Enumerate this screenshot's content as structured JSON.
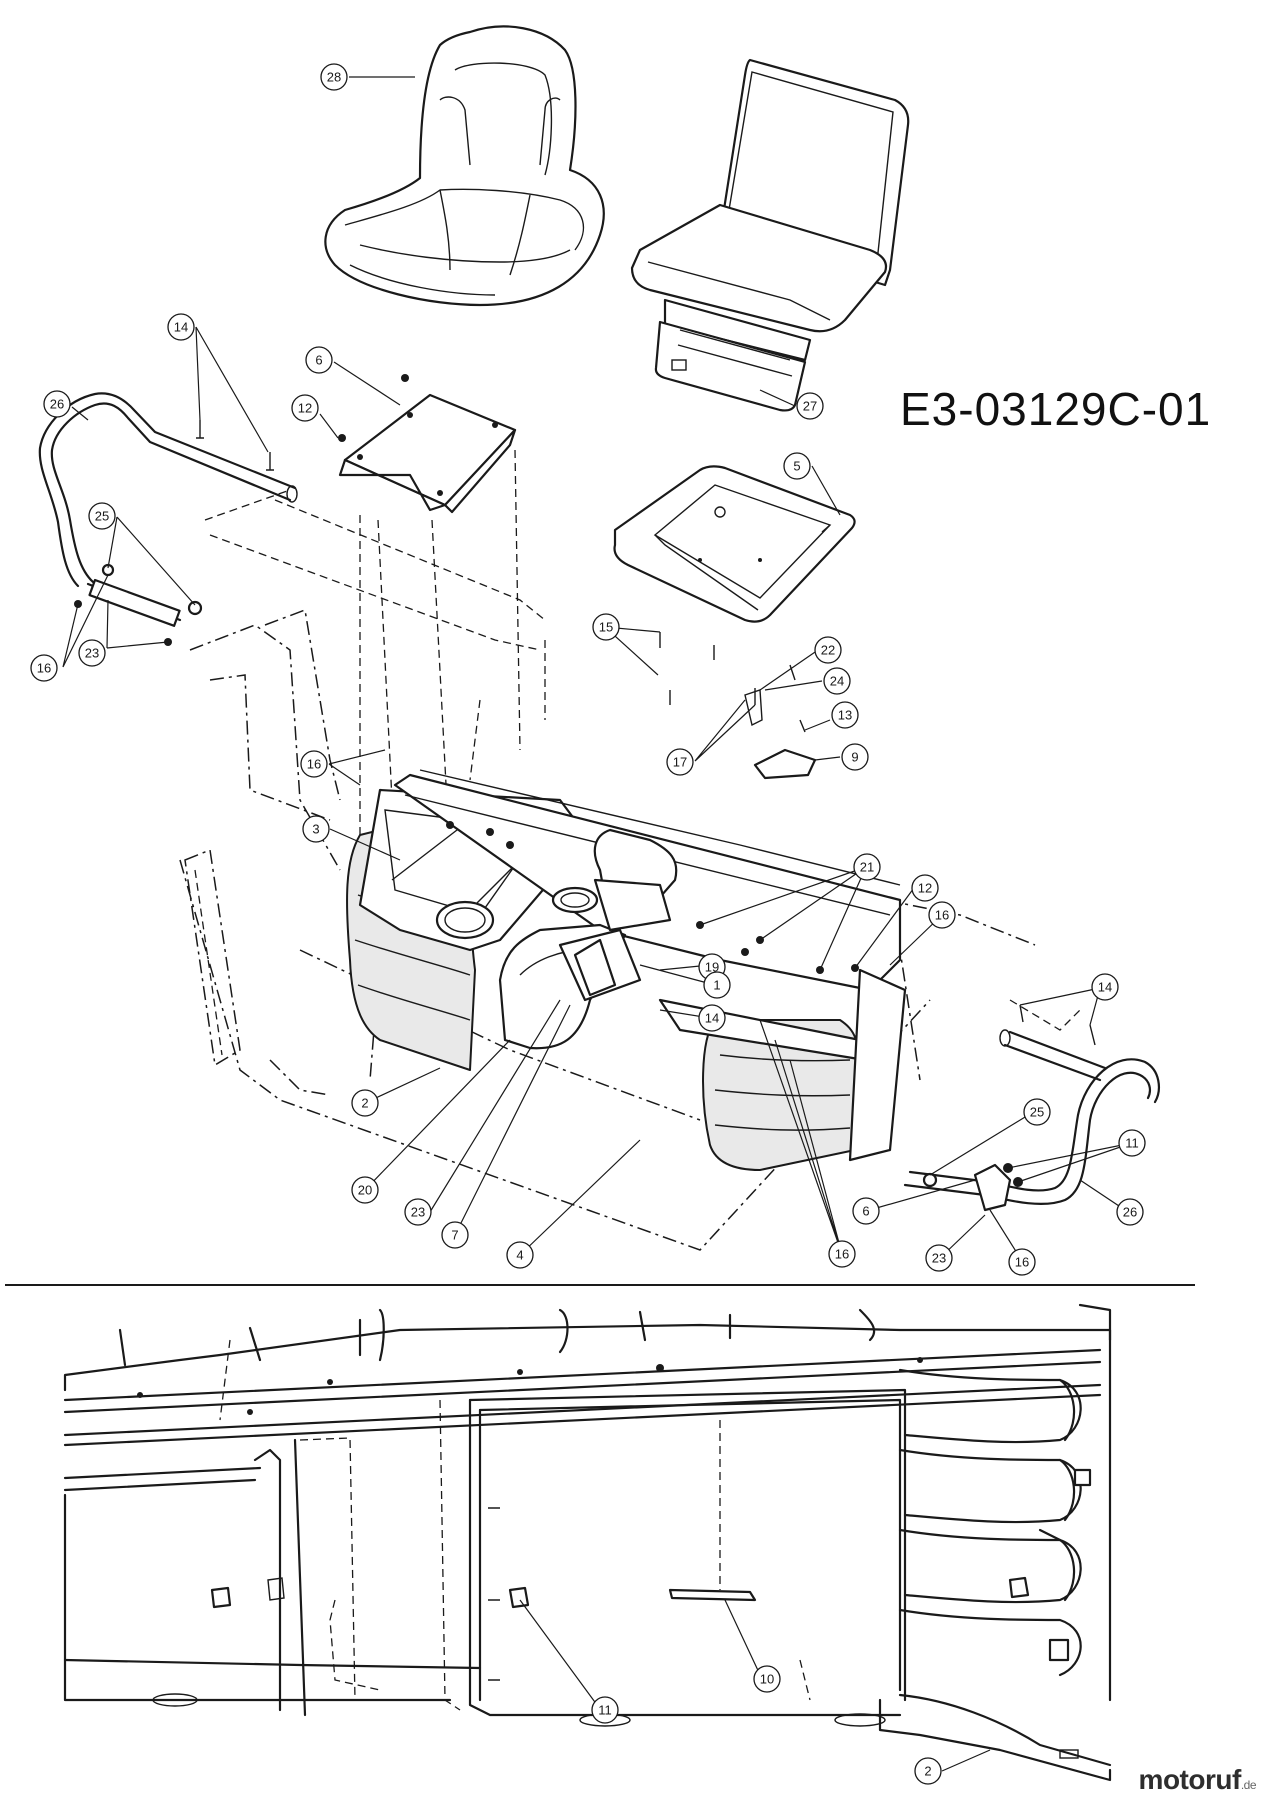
{
  "diagram_code": "E3-03129C-01",
  "watermark": {
    "brand": "motoruf",
    "tld": ".de"
  },
  "callouts": [
    {
      "label": "28"
    },
    {
      "label": "27"
    },
    {
      "label": "14"
    },
    {
      "label": "6"
    },
    {
      "label": "12"
    },
    {
      "label": "26"
    },
    {
      "label": "5"
    },
    {
      "label": "25"
    },
    {
      "label": "23"
    },
    {
      "label": "16"
    },
    {
      "label": "15"
    },
    {
      "label": "22"
    },
    {
      "label": "24"
    },
    {
      "label": "13"
    },
    {
      "label": "17"
    },
    {
      "label": "9"
    },
    {
      "label": "16"
    },
    {
      "label": "3"
    },
    {
      "label": "21"
    },
    {
      "label": "12"
    },
    {
      "label": "16"
    },
    {
      "label": "19"
    },
    {
      "label": "1"
    },
    {
      "label": "14"
    },
    {
      "label": "14"
    },
    {
      "label": "25"
    },
    {
      "label": "11"
    },
    {
      "label": "2"
    },
    {
      "label": "20"
    },
    {
      "label": "23"
    },
    {
      "label": "7"
    },
    {
      "label": "4"
    },
    {
      "label": "6"
    },
    {
      "label": "26"
    },
    {
      "label": "16"
    },
    {
      "label": "23"
    },
    {
      "label": "16"
    },
    {
      "label": "10"
    },
    {
      "label": "11"
    },
    {
      "label": "2"
    }
  ]
}
